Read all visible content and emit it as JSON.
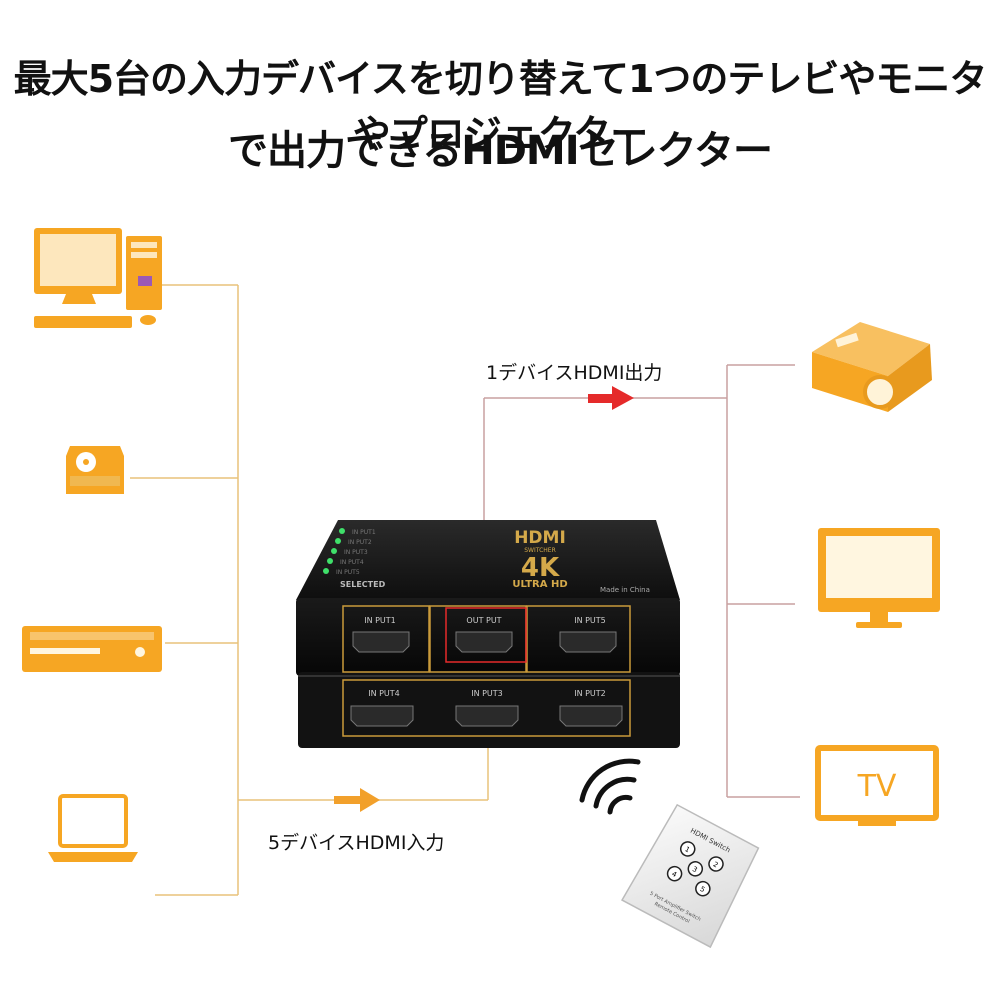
{
  "headline": {
    "line1": "最大5台の入力デバイスを切り替えて1つのテレビやモニタやプロジェクター",
    "line2": "で出力できるHDMIセレクター"
  },
  "labels": {
    "output": "1デバイスHDMI出力",
    "input": "5デバイスHDMI入力"
  },
  "switcher": {
    "brand": "HDMI",
    "brand_sub": "SWITCHER",
    "resolution": "4K",
    "tagline": "ULTRA HD",
    "origin": "Made in China",
    "selected": "SELECTED",
    "ports_top": [
      "IN PUT1",
      "OUT PUT",
      "IN PUT5"
    ],
    "ports_bottom": [
      "IN PUT4",
      "IN PUT3",
      "IN PUT2"
    ],
    "led_labels": [
      "IN PUT1",
      "IN PUT2",
      "IN PUT3",
      "IN PUT4",
      "IN PUT5"
    ]
  },
  "remote": {
    "brand": "HDMI Switch",
    "buttons": [
      "1",
      "2",
      "3",
      "4",
      "5"
    ],
    "footer1": "5 Port Amplifier Switch",
    "footer2": "Remote Control"
  },
  "devices": {
    "tv_text": "TV"
  },
  "icons": {
    "inputs": [
      "desktop-pc-icon",
      "dvd-drive-icon",
      "dvd-player-icon",
      "laptop-icon"
    ],
    "outputs": [
      "projector-icon",
      "monitor-icon",
      "tv-icon"
    ]
  },
  "colors": {
    "device": "#F6A623",
    "input_line": "#E8C27A",
    "output_line": "#C9A0A0",
    "output_arrow": "#E52A2A",
    "input_arrow": "#F2A02B"
  }
}
